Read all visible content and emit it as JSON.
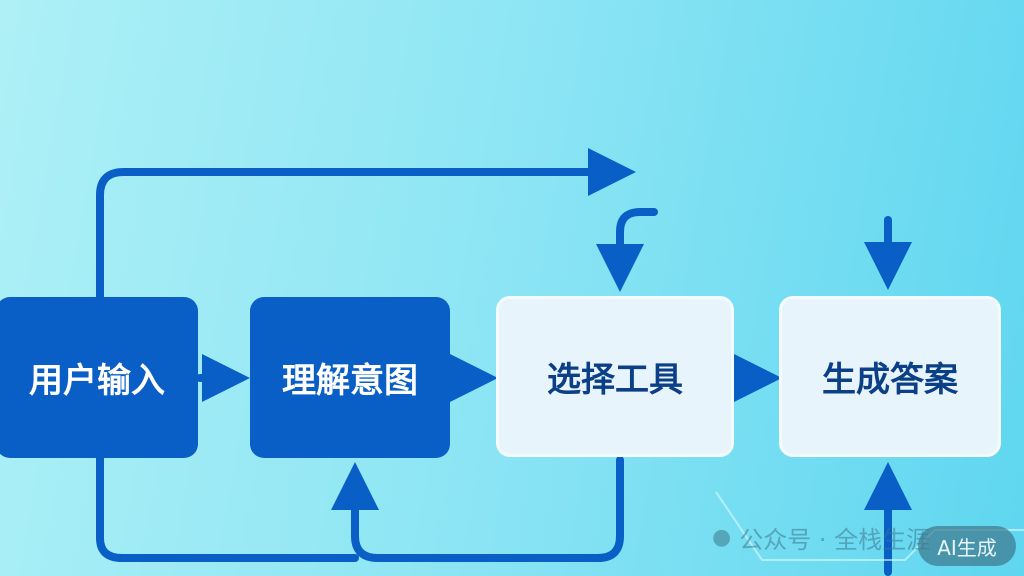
{
  "nodes": [
    {
      "label": "用户输入",
      "style": "dark"
    },
    {
      "label": "理解意图",
      "style": "dark"
    },
    {
      "label": "选择工具",
      "style": "light"
    },
    {
      "label": "生成答案",
      "style": "light"
    }
  ],
  "colors": {
    "arrow": "#0a5fc6",
    "dark_box": "#0a5fc6",
    "light_box": "#e8f4fb"
  },
  "watermark": {
    "icon": "wechat-icon",
    "text": "公众号 · 全栈生涯"
  },
  "badge": "AI生成"
}
